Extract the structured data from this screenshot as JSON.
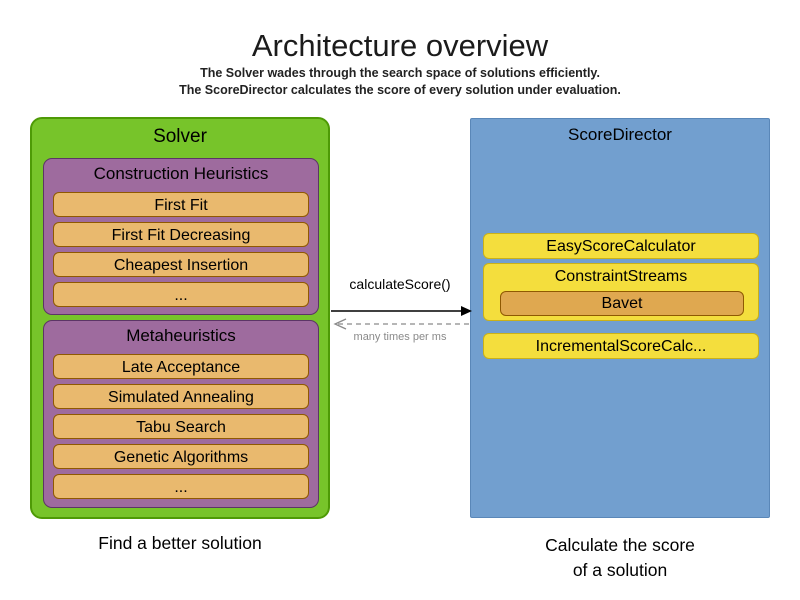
{
  "title": "Architecture overview",
  "subtitle1": "The Solver wades through the search space of solutions efficiently.",
  "subtitle2": "The ScoreDirector calculates the score of every solution under evaluation.",
  "solver": {
    "label": "Solver",
    "caption": "Find a better solution",
    "construction": {
      "label": "Construction Heuristics",
      "items": [
        "First Fit",
        "First Fit Decreasing",
        "Cheapest Insertion",
        "..."
      ]
    },
    "metaheuristics": {
      "label": "Metaheuristics",
      "items": [
        "Late Acceptance",
        "Simulated Annealing",
        "Tabu Search",
        "Genetic Algorithms",
        "..."
      ]
    }
  },
  "scoredirector": {
    "label": "ScoreDirector",
    "easy": "EasyScoreCalculator",
    "streams": "ConstraintStreams",
    "bavet": "Bavet",
    "incremental": "IncrementalScoreCalc...",
    "caption_line1": "Calculate the score",
    "caption_line2": "of a solution"
  },
  "arrow": {
    "call_label": "calculateScore()",
    "frequency_label": "many times per ms"
  },
  "colors": {
    "solver_green": "#77c42a",
    "solver_border": "#4e9a06",
    "phase_purple": "#9e6b9e",
    "phase_border": "#5c3566",
    "item_orange": "#e9b96e",
    "item_border": "#8f5902",
    "director_blue": "#729fcf",
    "calculator_yellow": "#f4de3d",
    "bavet_orange": "#dfa850",
    "dashed_arrow_gray": "#8a8a8a"
  }
}
